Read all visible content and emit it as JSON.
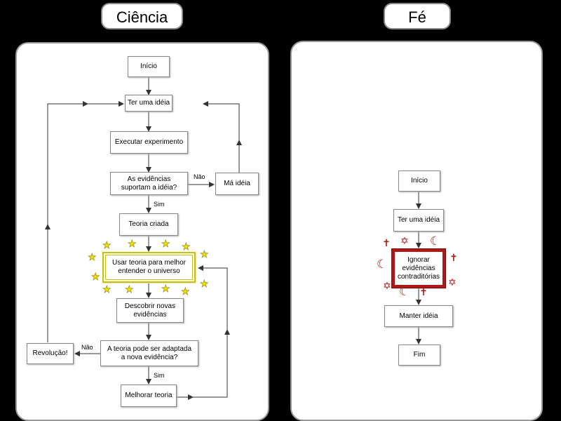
{
  "titles": {
    "left": "Ciência",
    "right": "Fé"
  },
  "ciencia": {
    "inicio": "Início",
    "ter_ideia": "Ter uma idéia",
    "executar": "Executar experimento",
    "evidencias": "As evidências\nsuportam a idéia?",
    "ma_ideia": "Má idéia",
    "teoria_criada": "Teoria criada",
    "usar_teoria": "Usar teoria para melhor\nentender o universo",
    "descobrir": "Descobrir novas\nevidências",
    "adaptada": "A teoria pode ser adaptada\na nova evidência?",
    "revolucao": "Revolução!",
    "melhorar": "Melhorar teoria",
    "nao_1": "Não",
    "sim_1": "Sim",
    "nao_2": "Não",
    "sim_2": "Sim"
  },
  "fe": {
    "inicio": "Início",
    "ter_ideia": "Ter uma idéia",
    "ignorar": "Ignorar\nevidências\ncontraditórias",
    "manter": "Manter idéia",
    "fim": "Fim"
  },
  "colors": {
    "star": "#f0e000",
    "religious": "#b01818",
    "highlight_yellow": "#c8c000"
  }
}
